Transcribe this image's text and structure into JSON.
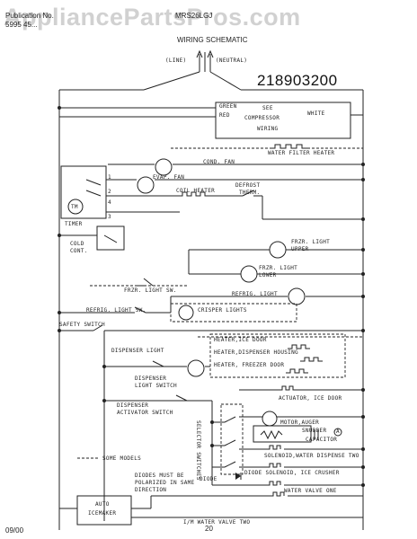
{
  "header": {
    "publication_label": "Publication No.",
    "publication_number": "5995 45...",
    "model": "MRS26LGJ",
    "title": "WIRING SCHEMATIC",
    "part_number": "218903200"
  },
  "watermark": "AppliancePartsPros.com",
  "footer": {
    "date": "09/00",
    "page": "20"
  },
  "labels": {
    "line": "(LINE)",
    "neutral": "(NEUTRAL)",
    "green": "GREEN",
    "red": "RED",
    "see": "SEE",
    "compressor": "COMPRESSOR",
    "wiring": "WIRING",
    "white": "WHITE",
    "water_filter_heater": "WATER FILTER HEATER",
    "cond_fan": "COND. FAN",
    "evap_fan": "EVAP. FAN",
    "coil_heater": "COIL HEATER",
    "defrost": "DEFROST",
    "therm": "THERM.",
    "tm": "TM",
    "t1": "1",
    "t2": "2",
    "t3": "3",
    "t4": "4",
    "timer": "TIMER",
    "cold": "COLD",
    "cont": "CONT.",
    "frzr_light": "FRZR. LIGHT",
    "upper": "UPPER",
    "lower": "LOWER",
    "frzr_light_sw": "FRZR. LIGHT SW.",
    "refrig_light": "REFRIG. LIGHT",
    "refrig_light_sw": "REFRIG. LIGHT SW.",
    "crisper_lights": "CRISPER LIGHTS",
    "safety_switch": "SAFETY SWITCH",
    "heater_ice_door": "HEATER,ICE DOOR",
    "heater_dispenser_housing": "HEATER,DISPENSER HOUSING",
    "heater_freezer_door": "HEATER, FREEZER DOOR",
    "dispenser_light": "DISPENSER LIGHT",
    "dispenser_light_switch_1": "DISPENSER",
    "dispenser_light_switch_2": "LIGHT SWITCH",
    "dispenser_activator_1": "DISPENSER",
    "dispenser_activator_2": "ACTIVATOR SWITCH",
    "selector_switches": "SELECTOR SWITCHES",
    "actuator_ice_door": "ACTUATOR, ICE DOOR",
    "motor_auger": "MOTOR,AUGER",
    "snubber": "SNUBBER",
    "capacitor": "CAPACITOR",
    "circle_a": "A",
    "some_models": "SOME MODELS",
    "diodes_note_1": "DIODES MUST BE",
    "diodes_note_2": "POLARIZED IN SAME",
    "diodes_note_3": "DIRECTION",
    "diode": "DIODE",
    "solenoid_water_dispense": "SOLENOID,WATER DISPENSE TWO",
    "diode_solenoid_ice_crusher": "DIODE SOLENOID, ICE CRUSHER",
    "water_valve_one": "WATER VALVE ONE",
    "auto": "AUTO",
    "icemaker": "ICEMAKER",
    "im_water_valve_two": "I/M WATER VALVE TWO"
  }
}
